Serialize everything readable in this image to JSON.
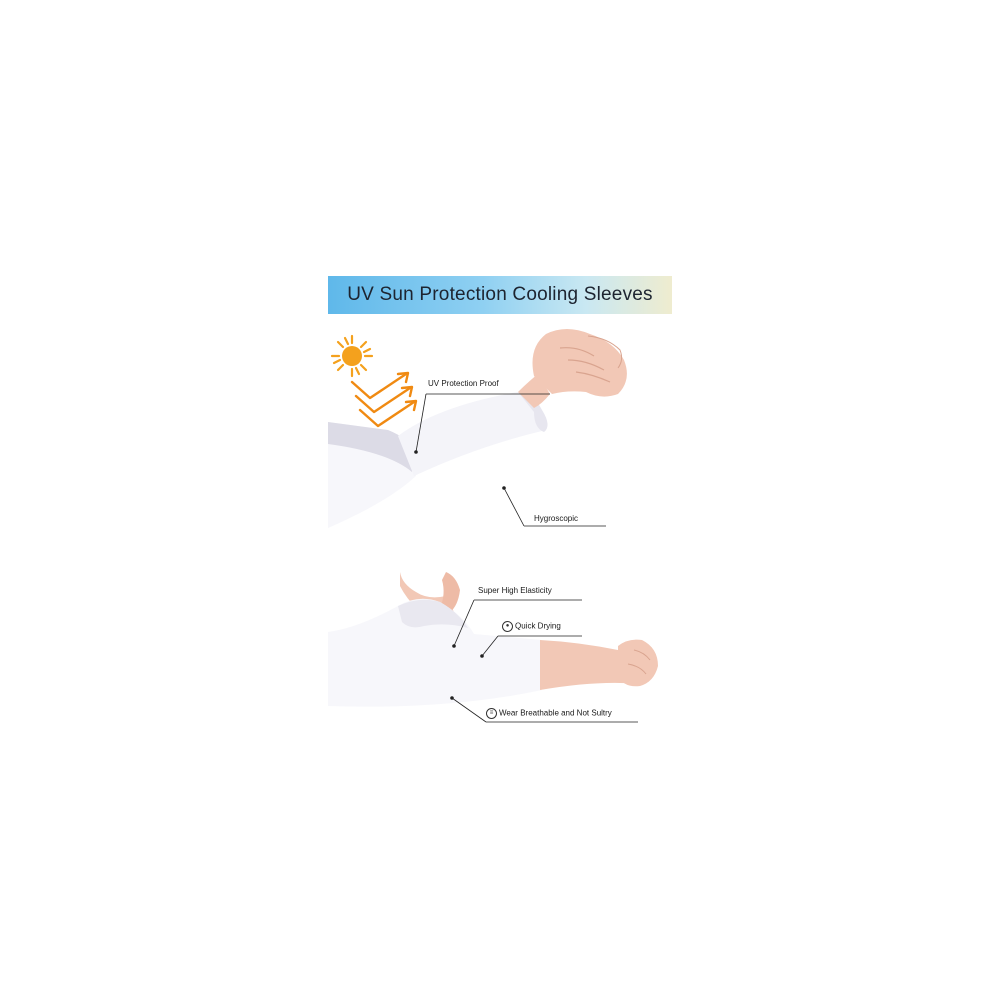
{
  "title": "UV Sun Protection Cooling Sleeves",
  "callouts": {
    "uv_protection": "UV Protection Proof",
    "hygroscopic": "Hygroscopic",
    "elasticity": "Super High Elasticity",
    "quick_drying": "Quick Drying",
    "breathable": "Wear Breathable and Not Sultry"
  },
  "icons": {
    "sun": "sun-icon",
    "uv_arrows": "uv-rays-icon",
    "quick_drying": "person-icon",
    "breathable": "fabric-icon"
  },
  "colors": {
    "sun": "#f4a11d",
    "arrows": "#f08a12",
    "skin": "#f2c8b6",
    "sleeve": "#f7f7fb",
    "sleeve_shadow": "#dcdbe6",
    "leader_line": "#222222"
  }
}
